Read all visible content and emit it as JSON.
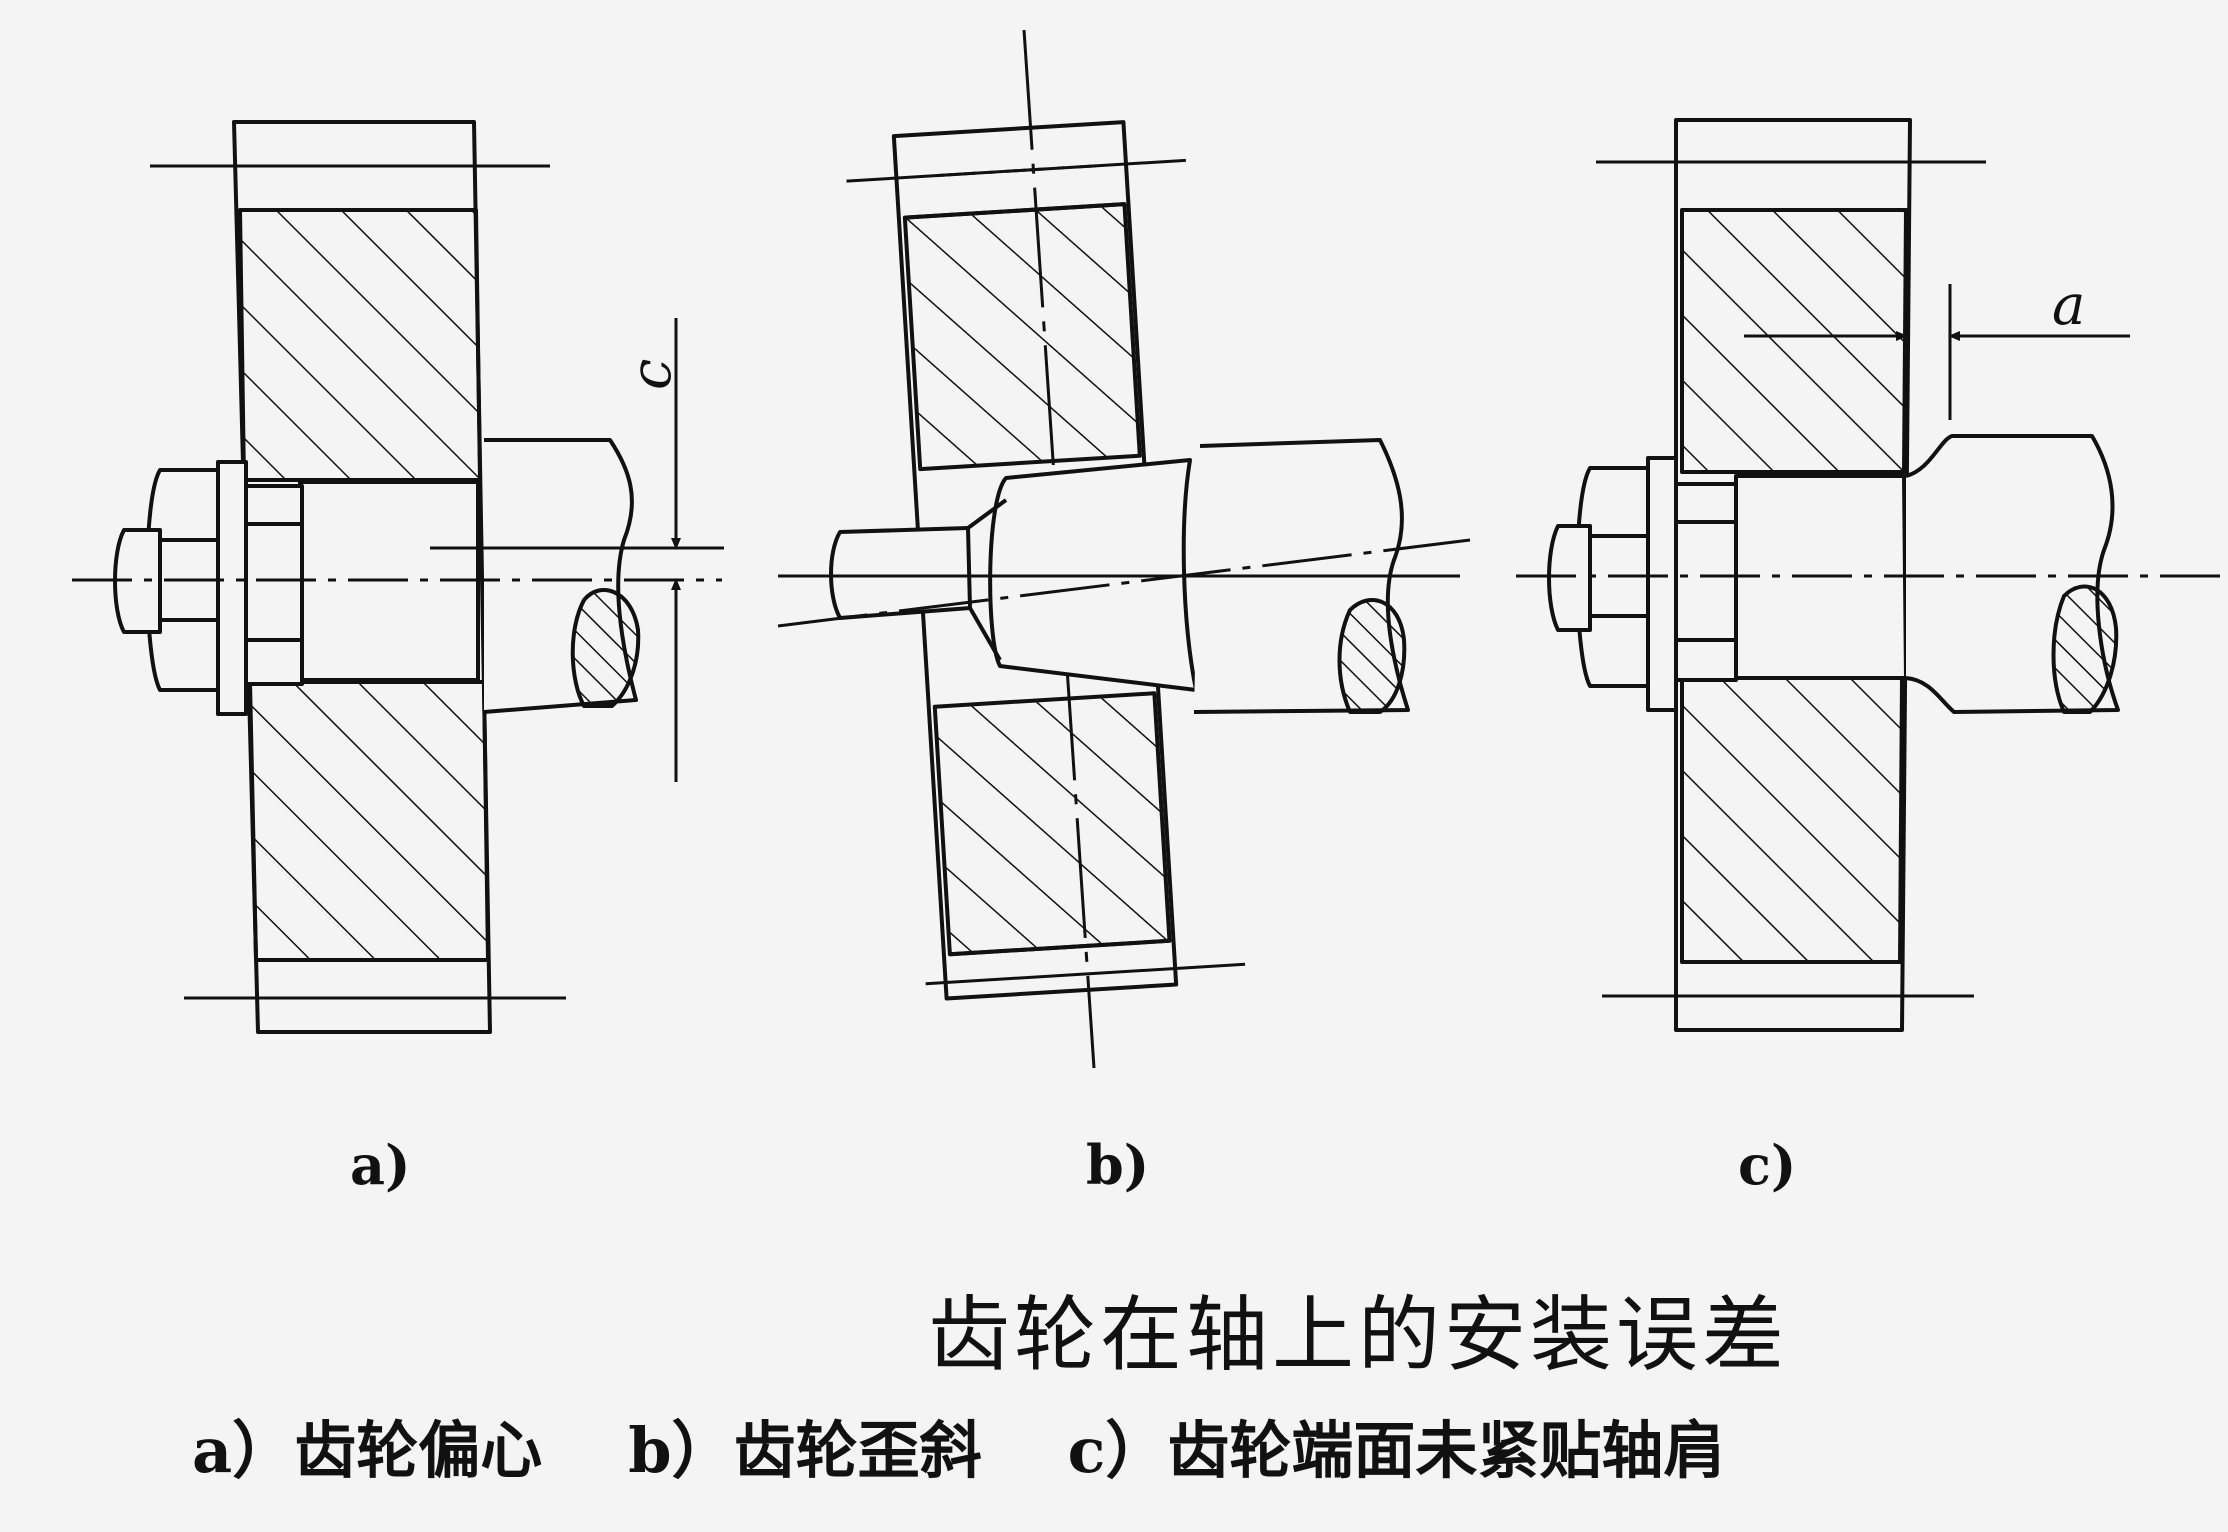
{
  "figure": {
    "subfigures": [
      {
        "id": "a",
        "label": "a)",
        "dimension": "c"
      },
      {
        "id": "b",
        "label": "b)"
      },
      {
        "id": "c",
        "label": "c)",
        "dimension": "a"
      }
    ],
    "title": "齿轮在轴上的安装误差",
    "legend": [
      {
        "marker": "a）",
        "text": "齿轮偏心"
      },
      {
        "marker": "b）",
        "text": "齿轮歪斜"
      },
      {
        "marker": "c）",
        "text": "齿轮端面未紧贴轴肩"
      }
    ]
  },
  "colors": {
    "ink": "#111111",
    "paper": "#f4f4f4"
  }
}
